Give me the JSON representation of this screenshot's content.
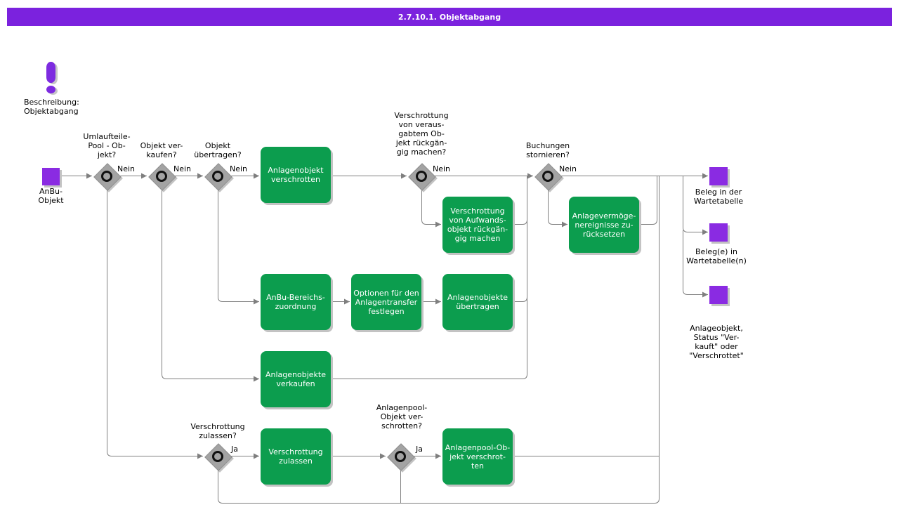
{
  "colors": {
    "title_purple": "#7b22de",
    "event_purple": "#8a2be2",
    "note_purple": "#7d2be0",
    "function_green": "#0c9d4e",
    "gateway_gray": "#a3a3a3",
    "line_gray": "#7f7f7f"
  },
  "title": {
    "text": "2.7.10.1. Objektabgang"
  },
  "note": {
    "label": "Beschreibung:\nObjektabgang"
  },
  "start_event": {
    "label": "AnBu-\nObjekt"
  },
  "gateways": [
    {
      "question": "Umlaufteile-\nPool - Ob-\njekt?",
      "branch_label": "Nein"
    },
    {
      "question": "Objekt ver-\nkaufen?",
      "branch_label": "Nein"
    },
    {
      "question": "Objekt\nübertragen?",
      "branch_label": "Nein"
    },
    {
      "question": "Verschrottung\nvon veraus-\ngabtem Ob-\njekt rückgän-\ngig machen?",
      "branch_label": "Nein"
    },
    {
      "question": "Buchungen\nstornieren?",
      "branch_label": "Nein"
    },
    {
      "question": "Verschrottung\nzulassen?",
      "branch_label": "Ja"
    },
    {
      "question": "Anlagenpool-\nObjekt ver-\nschrotten?",
      "branch_label": "Ja"
    }
  ],
  "functions": [
    {
      "label": "Anlagenobjekt\nverschrotten"
    },
    {
      "label": "Verschrottung\nvon Aufwands-\nobjekt rückgän-\ngig machen"
    },
    {
      "label": "Anlagevermöge-\nnereignisse zu-\nrücksetzen"
    },
    {
      "label": "AnBu-Bereichs-\nzuordnung"
    },
    {
      "label": "Optionen für den\nAnlagentransfer\nfestlegen"
    },
    {
      "label": "Anlagenobjekte\nübertragen"
    },
    {
      "label": "Anlagenobjekte\nverkaufen"
    },
    {
      "label": "Verschrottung\nzulassen"
    },
    {
      "label": "Anlagenpool-Ob-\njekt verschrot-\nten"
    }
  ],
  "end_events": [
    {
      "label": "Beleg in der\nWartetabelle"
    },
    {
      "label": "Beleg(e) in\nWartetabelle(n)"
    },
    {
      "label": "Anlageobjekt,\nStatus \"Ver-\nkauft\" oder\n\"Verschrottet\""
    }
  ]
}
